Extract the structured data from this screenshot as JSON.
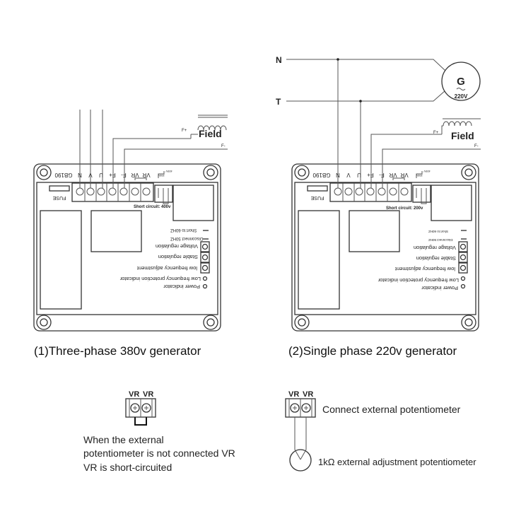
{
  "lines": {
    "n": "N",
    "t": "T"
  },
  "generator": {
    "symbol": "G",
    "voltage": "220V"
  },
  "field": {
    "label": "Field",
    "fplus": "F+",
    "fminus": "F-"
  },
  "board": {
    "model": "GB190",
    "terminals": [
      "N",
      "V",
      "U",
      "F+",
      "F-",
      "VR",
      "VR"
    ],
    "v400": "400V",
    "v200": "200V",
    "fuse": "FUSE",
    "short60": "Short to 60HZ",
    "disc50": "Disconnect 50HZ",
    "voltage_reg": "Voltage regulation",
    "stable_reg": "Stable regulation",
    "lowfreq_adj": "low frequency adjustment",
    "lowfreq_ind": "Low frequency protection indicator",
    "power_ind": "Power indicator"
  },
  "board1": {
    "short_circuit": "Short circuit: 400v",
    "caption": "(1)Three-phase 380v generator"
  },
  "board2": {
    "short_circuit": "Short circuit: 200v",
    "caption": "(2)Single phase 220v generator"
  },
  "bottom_left": {
    "vr1": "VR",
    "vr2": "VR",
    "note1": "When the external",
    "note2": "potentiometer is not connected VR",
    "note3": "VR is short-circuited"
  },
  "bottom_right": {
    "vr1": "VR",
    "vr2": "VR",
    "connect": "Connect external potentiometer",
    "pot": "1kΩ external adjustment potentiometer"
  }
}
